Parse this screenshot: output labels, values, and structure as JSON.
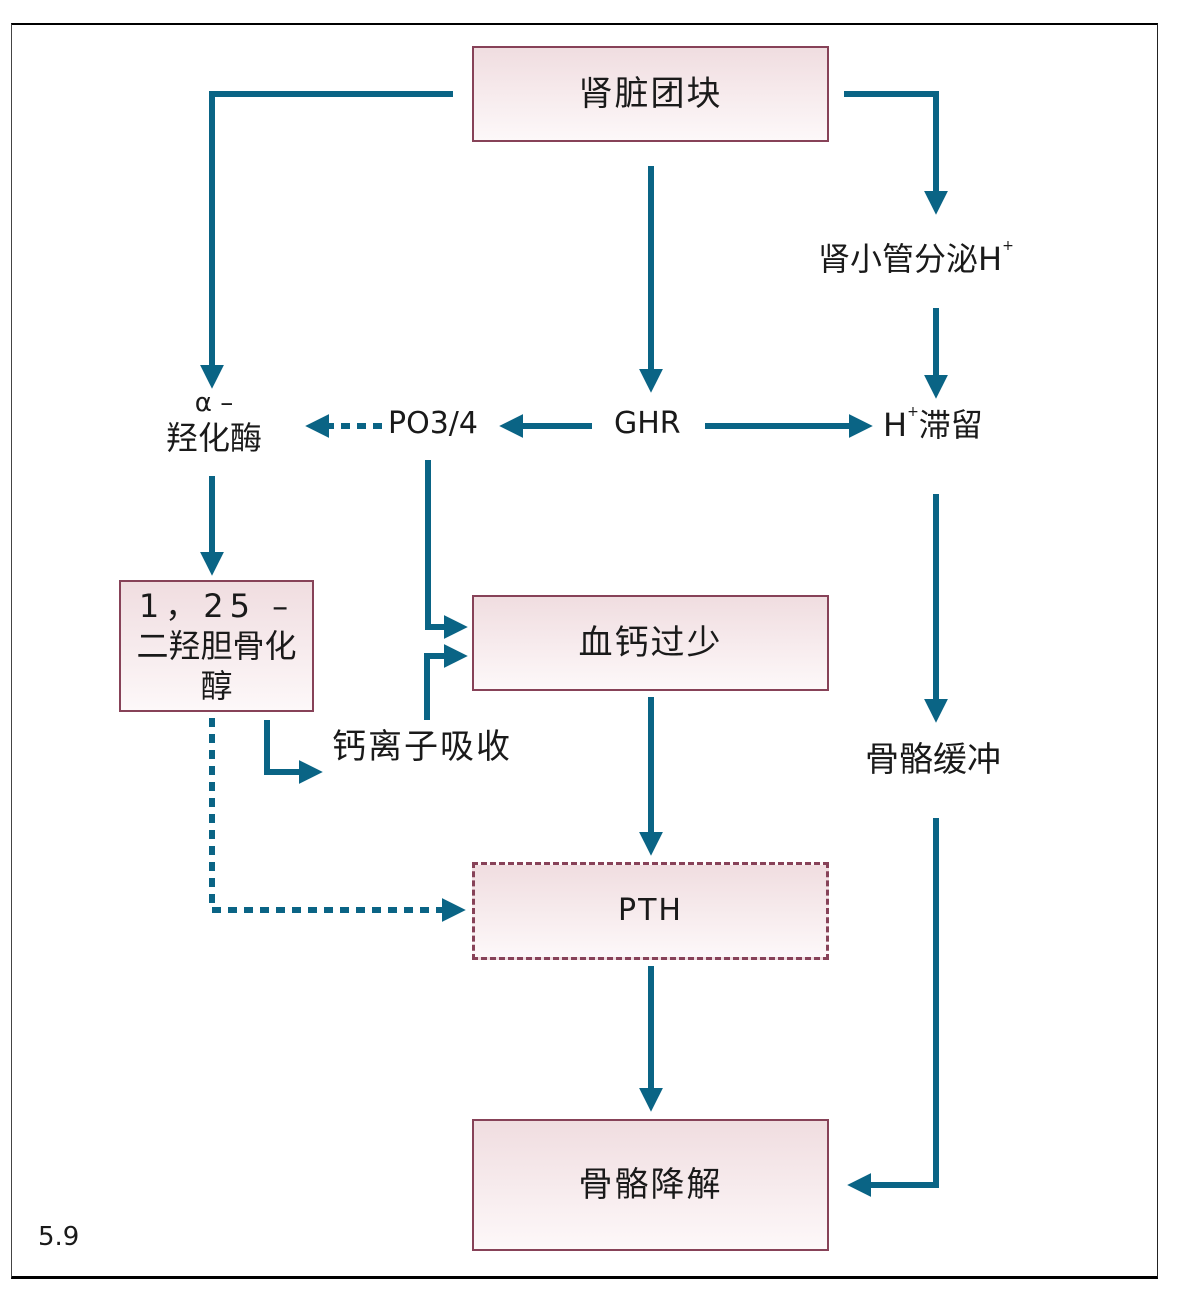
{
  "figure_number": "5.9",
  "colors": {
    "arrow": "#0a6485",
    "box_border": "#874258",
    "box_fill_top": "#f0dde0",
    "box_fill_bottom": "#fdf8f9"
  },
  "nodes": {
    "renal_mass": "肾脏团块",
    "tubular_h_secretion": "肾小管分泌H",
    "tubular_h_secretion_sup": "+",
    "alpha_prefix": "α –",
    "hydroxylase": "羟化酶",
    "phosphate": "PO3/4",
    "ghr": "GHR",
    "h_retention_sup": "+",
    "h_retention_prefix": "H",
    "h_retention": "滞留",
    "calcitriol_line1": "1，25 –",
    "calcitriol_line2": "二羟胆骨化醇",
    "hypocalcemia": "血钙过少",
    "calcium_absorption": "钙离子吸收",
    "bone_buffering": "骨骼缓冲",
    "pth": "PTH",
    "bone_resorption": "骨骼降解"
  },
  "edges": [
    {
      "from": "renal_mass",
      "to": "hydroxylase",
      "style": "solid"
    },
    {
      "from": "renal_mass",
      "to": "ghr",
      "style": "solid"
    },
    {
      "from": "renal_mass",
      "to": "tubular_h_secretion",
      "style": "solid"
    },
    {
      "from": "tubular_h_secretion",
      "to": "h_retention",
      "style": "solid"
    },
    {
      "from": "ghr",
      "to": "phosphate",
      "style": "solid"
    },
    {
      "from": "ghr",
      "to": "h_retention",
      "style": "solid"
    },
    {
      "from": "phosphate",
      "to": "hydroxylase",
      "style": "dotted"
    },
    {
      "from": "hydroxylase",
      "to": "calcitriol",
      "style": "solid"
    },
    {
      "from": "phosphate",
      "to": "hypocalcemia",
      "style": "solid"
    },
    {
      "from": "calcitriol",
      "to": "calcium_absorption",
      "style": "solid"
    },
    {
      "from": "calcium_absorption",
      "to": "hypocalcemia",
      "style": "solid"
    },
    {
      "from": "calcitriol",
      "to": "pth",
      "style": "dotted"
    },
    {
      "from": "hypocalcemia",
      "to": "pth",
      "style": "solid"
    },
    {
      "from": "pth",
      "to": "bone_resorption",
      "style": "solid"
    },
    {
      "from": "h_retention",
      "to": "bone_buffering",
      "style": "solid"
    },
    {
      "from": "bone_buffering",
      "to": "bone_resorption",
      "style": "solid"
    }
  ]
}
